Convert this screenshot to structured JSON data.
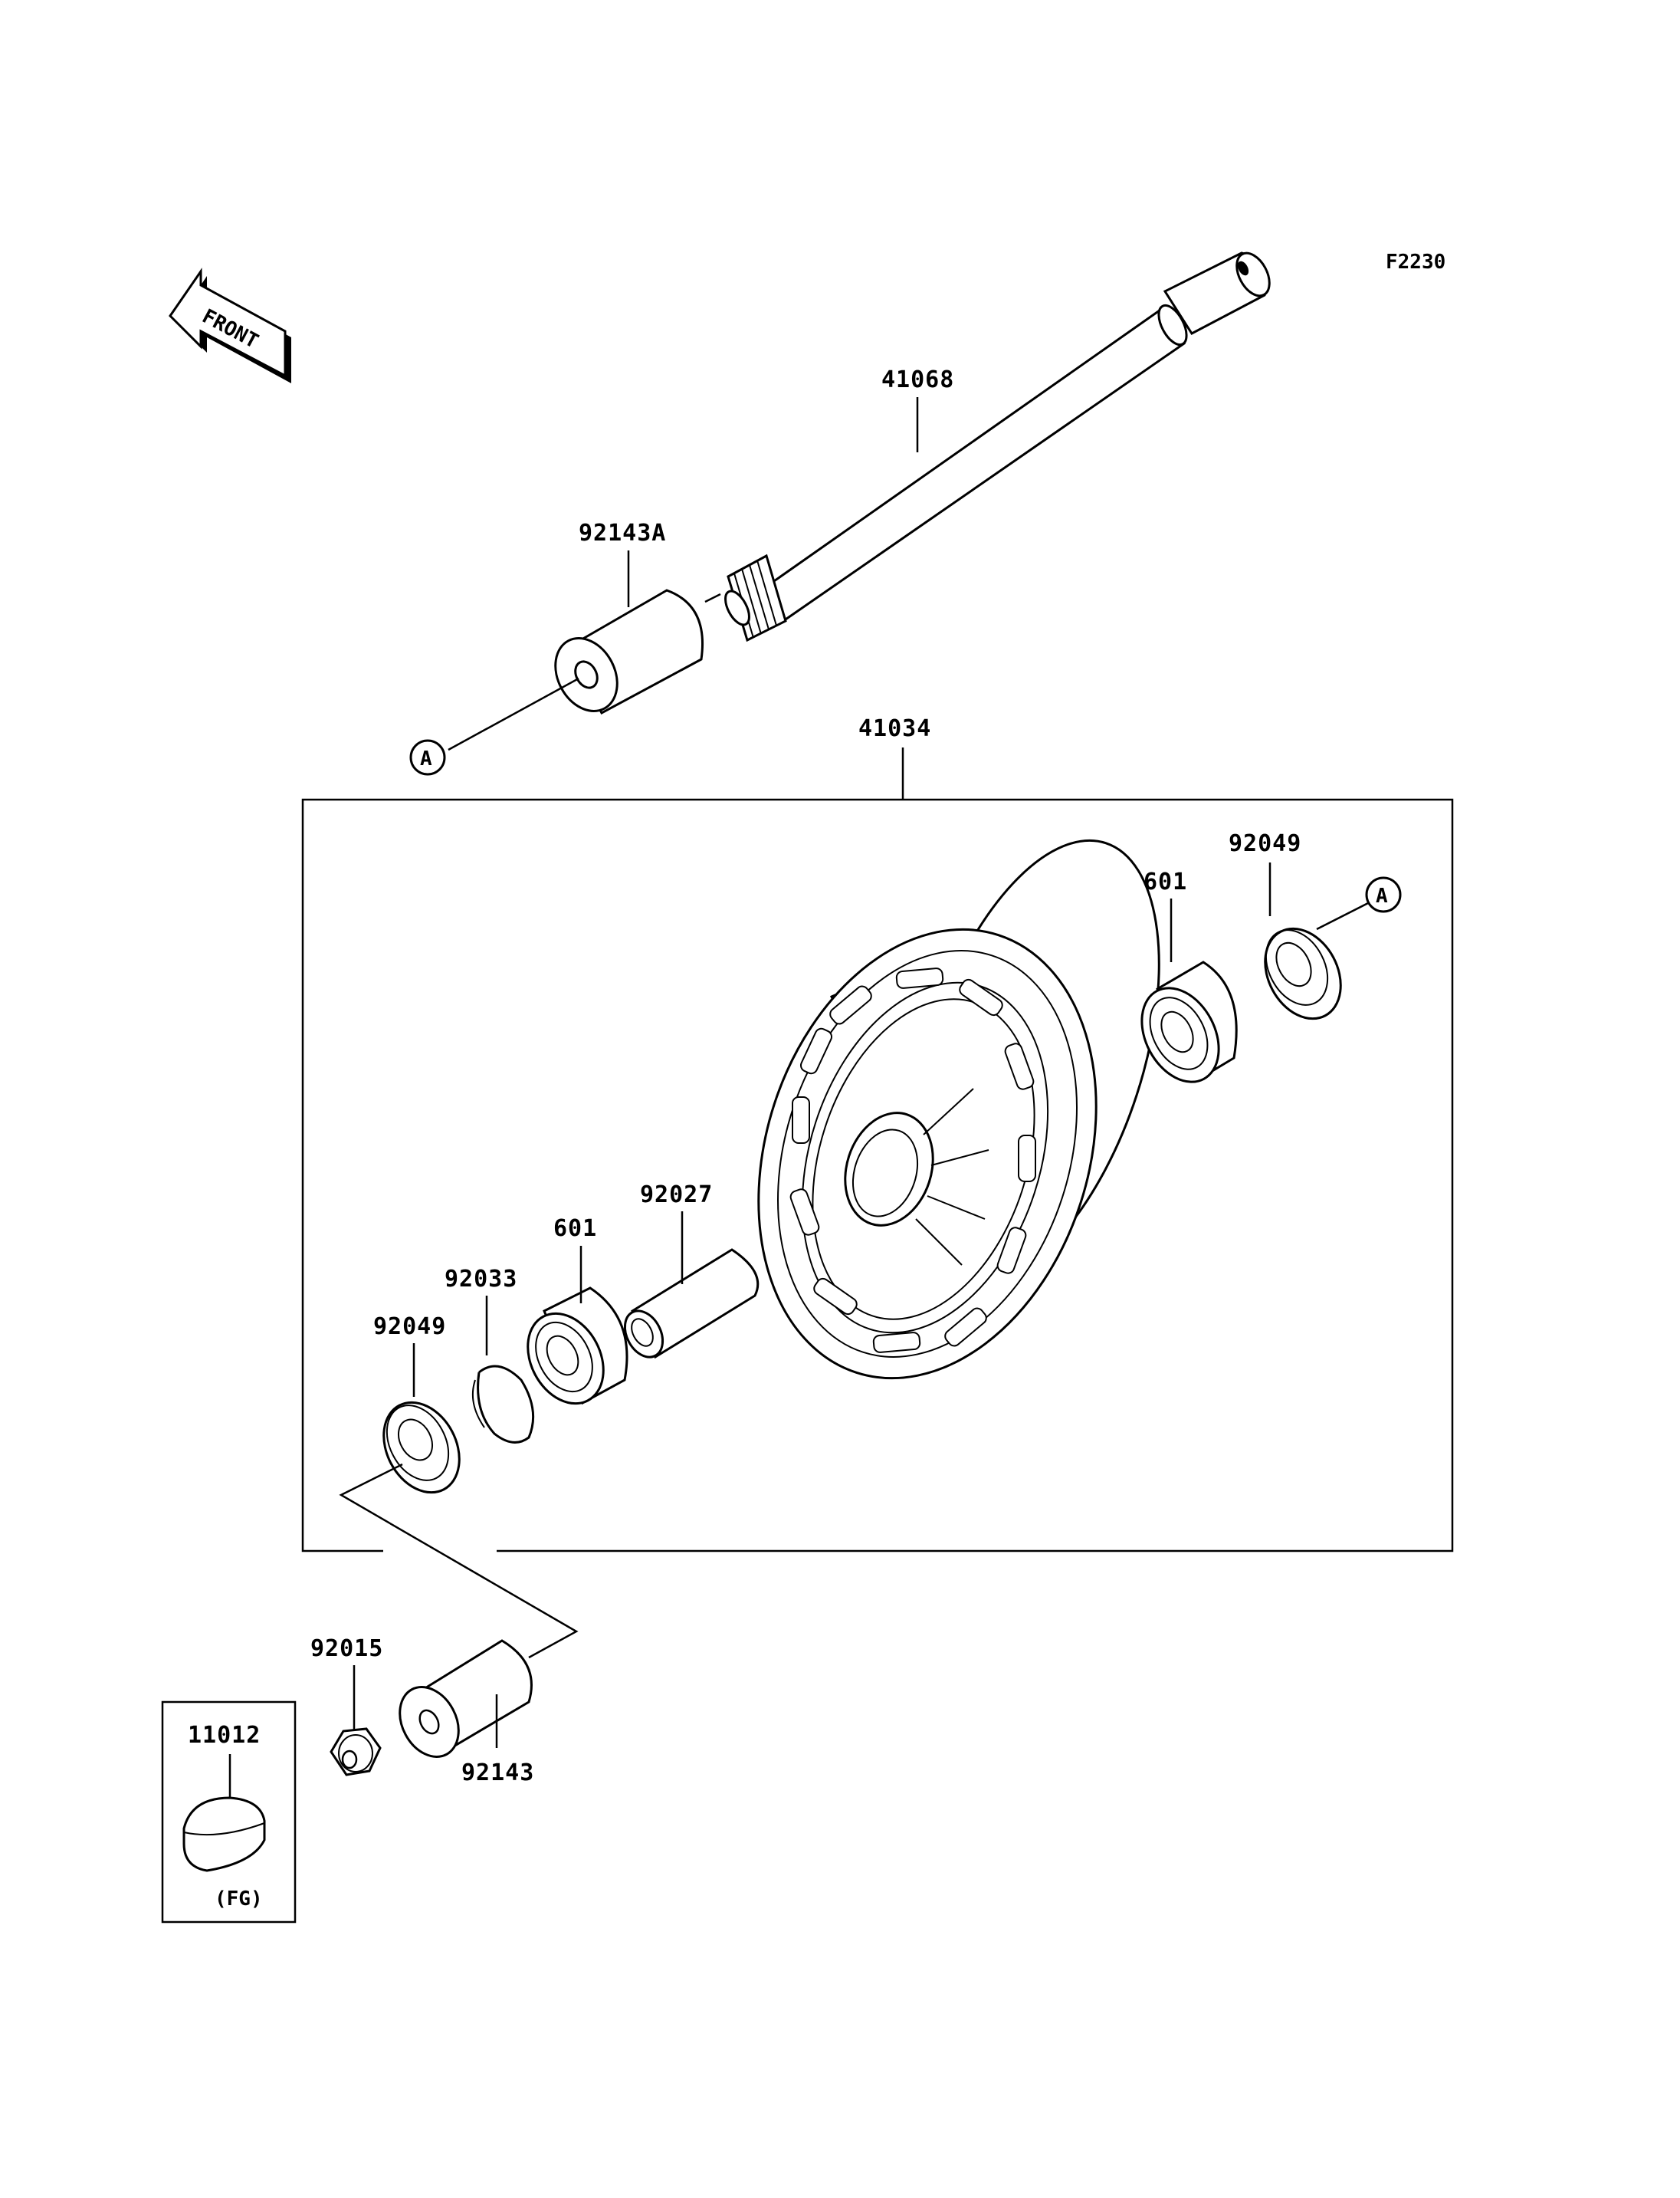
{
  "diagram_code": "F2230",
  "front_arrow_text": "FRONT",
  "ref_a": "A",
  "parts": {
    "axle": "41068",
    "spacer_a": "92143A",
    "hub_assembly": "41034",
    "seal_right": "92049",
    "bearing_right": "601",
    "distance_collar": "92027",
    "bearing_left": "601",
    "circlip": "92033",
    "seal_left": "92049",
    "nut": "92015",
    "spacer_left": "92143",
    "cap": "11012",
    "cap_note": "(FG)"
  }
}
